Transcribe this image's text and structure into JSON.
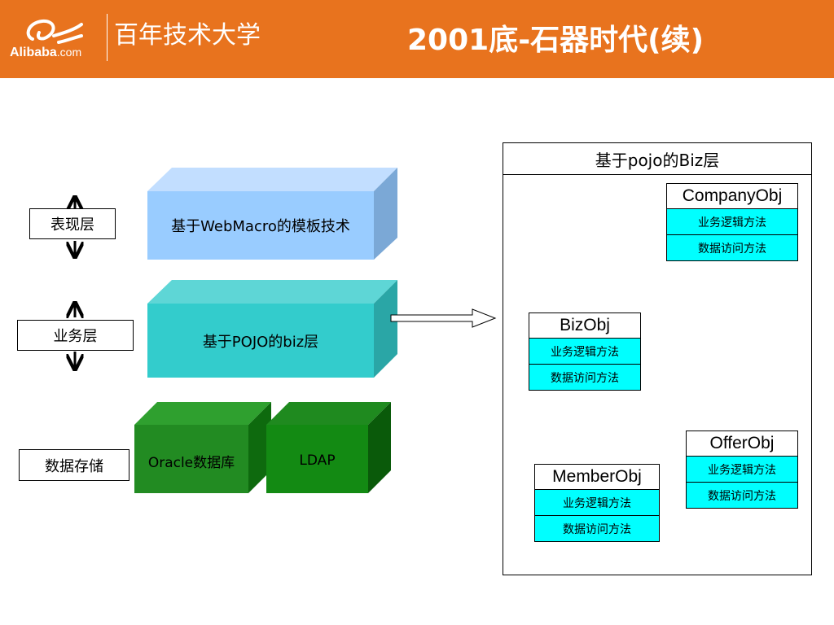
{
  "header": {
    "logo_text": "Alibaba",
    "logo_suffix": ".com",
    "school_name": "百年技术大学",
    "title": "2001底-石器时代(续)"
  },
  "colors": {
    "header_bg": "#E8731E",
    "block_blue": "#99CCFF",
    "block_teal": "#33CCCC",
    "block_green": "#228B22",
    "method_cyan": "#00FFFF"
  },
  "layers": [
    {
      "label": "表现层",
      "block": "基于WebMacro的模板技术"
    },
    {
      "label": "业务层",
      "block": "基于POJO的biz层"
    },
    {
      "label": "数据存储",
      "blocks": [
        "Oracle数据库",
        "LDAP"
      ]
    }
  ],
  "biz_panel": {
    "title": "基于pojo的Biz层",
    "objects": [
      {
        "name": "CompanyObj",
        "methods": [
          "业务逻辑方法",
          "数据访问方法"
        ]
      },
      {
        "name": "BizObj",
        "methods": [
          "业务逻辑方法",
          "数据访问方法"
        ]
      },
      {
        "name": "OfferObj",
        "methods": [
          "业务逻辑方法",
          "数据访问方法"
        ]
      },
      {
        "name": "MemberObj",
        "methods": [
          "业务逻辑方法",
          "数据访问方法"
        ]
      }
    ]
  },
  "icons": [
    "alibaba-logo-icon",
    "double-arrow-icon",
    "hollow-arrow-icon",
    "inheritance-arrow-icon"
  ]
}
